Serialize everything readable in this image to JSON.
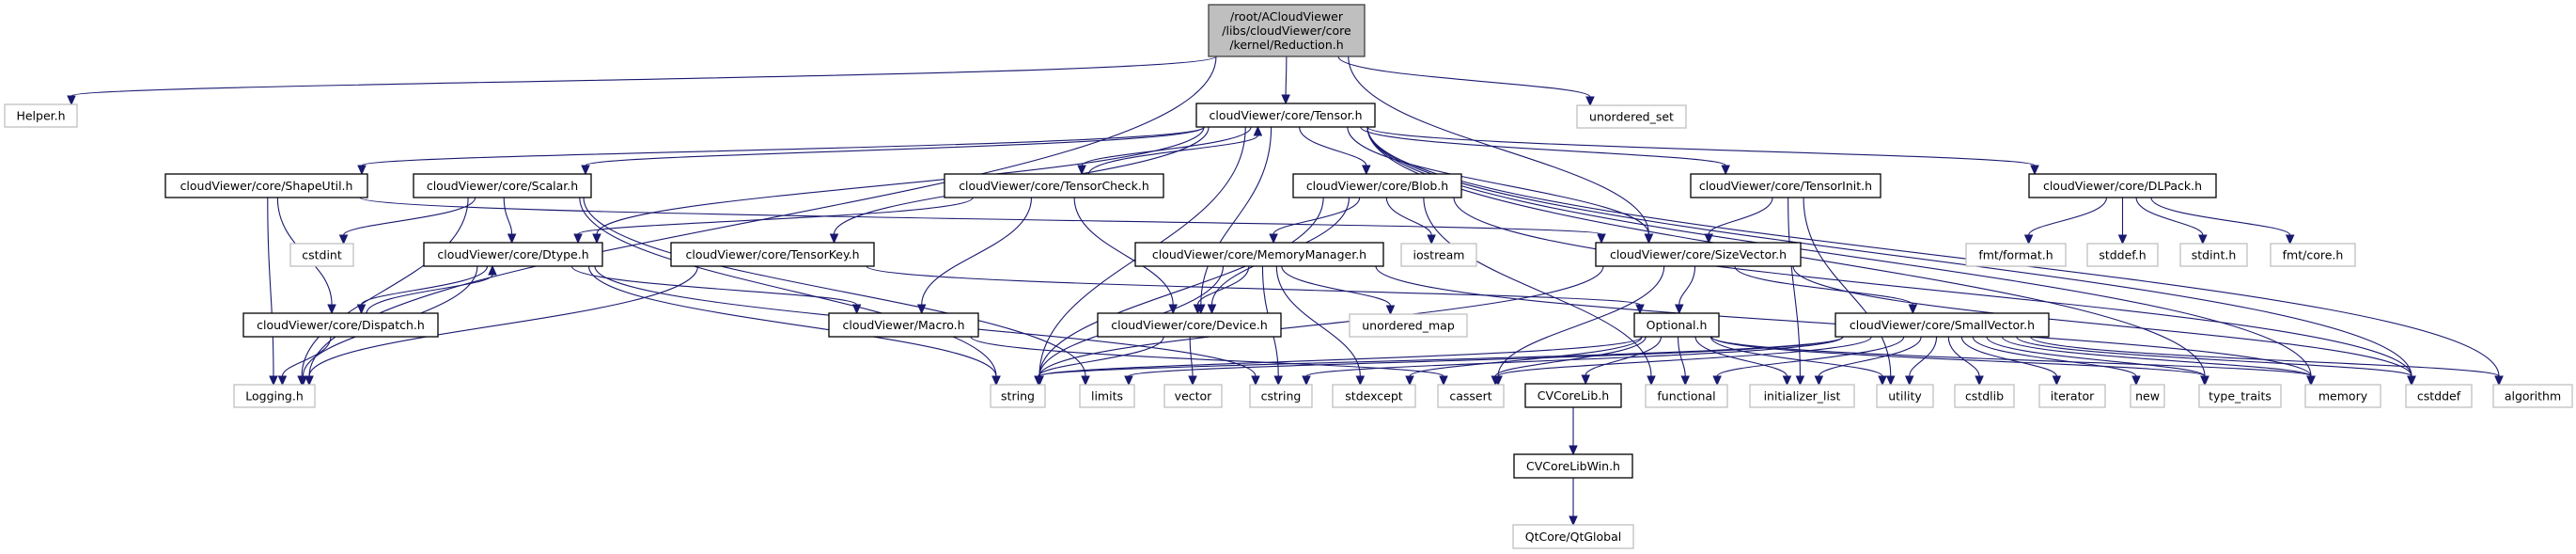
{
  "diagram": {
    "type": "include-dependency-graph",
    "title": "/root/ACloudViewer/libs/cloudViewer/core/kernel/Reduction.h",
    "colors": {
      "edge": "#191970",
      "root_fill": "#bfbfbf",
      "root_border": "#404040",
      "documented_border": "#000000",
      "external_border": "#bfbfbf",
      "node_fill": "#ffffff"
    },
    "nodes": [
      {
        "id": "reduction",
        "label": [
          "/root/ACloudViewer",
          "/libs/cloudViewer/core",
          "/kernel/Reduction.h"
        ],
        "kind": "root"
      },
      {
        "id": "helper",
        "label": [
          "Helper.h"
        ],
        "kind": "external"
      },
      {
        "id": "tensor",
        "label": [
          "cloudViewer/core/Tensor.h"
        ],
        "kind": "documented"
      },
      {
        "id": "unordered_set",
        "label": [
          "unordered_set"
        ],
        "kind": "external"
      },
      {
        "id": "shapeutil",
        "label": [
          "cloudViewer/core/ShapeUtil.h"
        ],
        "kind": "documented"
      },
      {
        "id": "scalar",
        "label": [
          "cloudViewer/core/Scalar.h"
        ],
        "kind": "documented"
      },
      {
        "id": "tensorcheck",
        "label": [
          "cloudViewer/core/TensorCheck.h"
        ],
        "kind": "documented"
      },
      {
        "id": "blob",
        "label": [
          "cloudViewer/core/Blob.h"
        ],
        "kind": "documented"
      },
      {
        "id": "tensorinit",
        "label": [
          "cloudViewer/core/TensorInit.h"
        ],
        "kind": "documented"
      },
      {
        "id": "dlpack",
        "label": [
          "cloudViewer/core/DLPack.h"
        ],
        "kind": "documented"
      },
      {
        "id": "cstdint",
        "label": [
          "cstdint"
        ],
        "kind": "external"
      },
      {
        "id": "dtype",
        "label": [
          "cloudViewer/core/Dtype.h"
        ],
        "kind": "documented"
      },
      {
        "id": "tensorkey",
        "label": [
          "cloudViewer/core/TensorKey.h"
        ],
        "kind": "documented"
      },
      {
        "id": "memorymanager",
        "label": [
          "cloudViewer/core/MemoryManager.h"
        ],
        "kind": "documented"
      },
      {
        "id": "iostream",
        "label": [
          "iostream"
        ],
        "kind": "external"
      },
      {
        "id": "sizevector",
        "label": [
          "cloudViewer/core/SizeVector.h"
        ],
        "kind": "documented"
      },
      {
        "id": "fmt_format",
        "label": [
          "fmt/format.h"
        ],
        "kind": "external"
      },
      {
        "id": "stddef",
        "label": [
          "stddef.h"
        ],
        "kind": "external"
      },
      {
        "id": "stdint",
        "label": [
          "stdint.h"
        ],
        "kind": "external"
      },
      {
        "id": "fmt_core",
        "label": [
          "fmt/core.h"
        ],
        "kind": "external"
      },
      {
        "id": "dispatch",
        "label": [
          "cloudViewer/core/Dispatch.h"
        ],
        "kind": "documented"
      },
      {
        "id": "macro",
        "label": [
          "cloudViewer/Macro.h"
        ],
        "kind": "documented"
      },
      {
        "id": "device",
        "label": [
          "cloudViewer/core/Device.h"
        ],
        "kind": "documented"
      },
      {
        "id": "unordered_map",
        "label": [
          "unordered_map"
        ],
        "kind": "external"
      },
      {
        "id": "optional",
        "label": [
          "Optional.h"
        ],
        "kind": "documented"
      },
      {
        "id": "smallvector",
        "label": [
          "cloudViewer/core/SmallVector.h"
        ],
        "kind": "documented"
      },
      {
        "id": "logging",
        "label": [
          "Logging.h"
        ],
        "kind": "external"
      },
      {
        "id": "string",
        "label": [
          "string"
        ],
        "kind": "external"
      },
      {
        "id": "limits",
        "label": [
          "limits"
        ],
        "kind": "external"
      },
      {
        "id": "vector",
        "label": [
          "vector"
        ],
        "kind": "external"
      },
      {
        "id": "cstring",
        "label": [
          "cstring"
        ],
        "kind": "external"
      },
      {
        "id": "stdexcept",
        "label": [
          "stdexcept"
        ],
        "kind": "external"
      },
      {
        "id": "cassert",
        "label": [
          "cassert"
        ],
        "kind": "external"
      },
      {
        "id": "cvcorelib",
        "label": [
          "CVCoreLib.h"
        ],
        "kind": "documented"
      },
      {
        "id": "functional",
        "label": [
          "functional"
        ],
        "kind": "external"
      },
      {
        "id": "initializer_list",
        "label": [
          "initializer_list"
        ],
        "kind": "external"
      },
      {
        "id": "utility",
        "label": [
          "utility"
        ],
        "kind": "external"
      },
      {
        "id": "cstdlib",
        "label": [
          "cstdlib"
        ],
        "kind": "external"
      },
      {
        "id": "iterator",
        "label": [
          "iterator"
        ],
        "kind": "external"
      },
      {
        "id": "new",
        "label": [
          "new"
        ],
        "kind": "external"
      },
      {
        "id": "type_traits",
        "label": [
          "type_traits"
        ],
        "kind": "external"
      },
      {
        "id": "memory",
        "label": [
          "memory"
        ],
        "kind": "external"
      },
      {
        "id": "cstddef",
        "label": [
          "cstddef"
        ],
        "kind": "external"
      },
      {
        "id": "algorithm",
        "label": [
          "algorithm"
        ],
        "kind": "external"
      },
      {
        "id": "cvcorelibwin",
        "label": [
          "CVCoreLibWin.h"
        ],
        "kind": "documented"
      },
      {
        "id": "qtglobal",
        "label": [
          "QtCore/QtGlobal"
        ],
        "kind": "external"
      }
    ],
    "edges": [
      [
        "reduction",
        "helper"
      ],
      [
        "reduction",
        "tensor"
      ],
      [
        "reduction",
        "unordered_set"
      ],
      [
        "reduction",
        "logging"
      ],
      [
        "reduction",
        "sizevector"
      ],
      [
        "tensor",
        "shapeutil"
      ],
      [
        "tensor",
        "scalar"
      ],
      [
        "tensor",
        "tensorcheck"
      ],
      [
        "tensor",
        "blob"
      ],
      [
        "tensor",
        "tensorinit"
      ],
      [
        "tensor",
        "dlpack"
      ],
      [
        "tensor",
        "dtype"
      ],
      [
        "tensor",
        "tensorkey"
      ],
      [
        "tensor",
        "sizevector"
      ],
      [
        "tensor",
        "device"
      ],
      [
        "tensor",
        "string"
      ],
      [
        "tensor",
        "type_traits"
      ],
      [
        "tensor",
        "memory"
      ],
      [
        "tensor",
        "cstddef"
      ],
      [
        "tensor",
        "algorithm"
      ],
      [
        "shapeutil",
        "logging"
      ],
      [
        "shapeutil",
        "dispatch"
      ],
      [
        "shapeutil",
        "sizevector"
      ],
      [
        "scalar",
        "cstdint"
      ],
      [
        "scalar",
        "dtype"
      ],
      [
        "scalar",
        "logging"
      ],
      [
        "scalar",
        "string"
      ],
      [
        "scalar",
        "limits"
      ],
      [
        "tensorcheck",
        "tensor"
      ],
      [
        "tensorcheck",
        "dtype"
      ],
      [
        "tensorcheck",
        "macro"
      ],
      [
        "tensorcheck",
        "device"
      ],
      [
        "blob",
        "memorymanager"
      ],
      [
        "blob",
        "iostream"
      ],
      [
        "blob",
        "device"
      ],
      [
        "blob",
        "string"
      ],
      [
        "blob",
        "functional"
      ],
      [
        "blob",
        "cstddef"
      ],
      [
        "tensorinit",
        "sizevector"
      ],
      [
        "tensorinit",
        "initializer_list"
      ],
      [
        "tensorinit",
        "utility"
      ],
      [
        "dlpack",
        "fmt_format"
      ],
      [
        "dlpack",
        "stddef"
      ],
      [
        "dlpack",
        "stdint"
      ],
      [
        "dlpack",
        "fmt_core"
      ],
      [
        "dtype",
        "dispatch"
      ],
      [
        "dtype",
        "logging"
      ],
      [
        "dtype",
        "macro"
      ],
      [
        "dtype",
        "string"
      ],
      [
        "dtype",
        "cstring"
      ],
      [
        "tensorkey",
        "logging"
      ],
      [
        "tensorkey",
        "optional"
      ],
      [
        "memorymanager",
        "device"
      ],
      [
        "memorymanager",
        "unordered_map"
      ],
      [
        "memorymanager",
        "string"
      ],
      [
        "memorymanager",
        "cstring"
      ],
      [
        "memorymanager",
        "stdexcept"
      ],
      [
        "memorymanager",
        "memory"
      ],
      [
        "sizevector",
        "optional"
      ],
      [
        "sizevector",
        "smallvector"
      ],
      [
        "sizevector",
        "string"
      ],
      [
        "sizevector",
        "cassert"
      ],
      [
        "sizevector",
        "cstddef"
      ],
      [
        "dispatch",
        "dtype"
      ],
      [
        "dispatch",
        "logging"
      ],
      [
        "macro",
        "cassert"
      ],
      [
        "device",
        "string"
      ],
      [
        "device",
        "vector"
      ],
      [
        "optional",
        "string"
      ],
      [
        "optional",
        "stdexcept"
      ],
      [
        "optional",
        "cassert"
      ],
      [
        "optional",
        "cvcorelib"
      ],
      [
        "optional",
        "functional"
      ],
      [
        "optional",
        "initializer_list"
      ],
      [
        "optional",
        "utility"
      ],
      [
        "optional",
        "type_traits"
      ],
      [
        "optional",
        "memory"
      ],
      [
        "smallvector",
        "string"
      ],
      [
        "smallvector",
        "limits"
      ],
      [
        "smallvector",
        "cstring"
      ],
      [
        "smallvector",
        "cassert"
      ],
      [
        "smallvector",
        "functional"
      ],
      [
        "smallvector",
        "initializer_list"
      ],
      [
        "smallvector",
        "utility"
      ],
      [
        "smallvector",
        "cstdlib"
      ],
      [
        "smallvector",
        "iterator"
      ],
      [
        "smallvector",
        "new"
      ],
      [
        "smallvector",
        "type_traits"
      ],
      [
        "smallvector",
        "memory"
      ],
      [
        "smallvector",
        "cstddef"
      ],
      [
        "smallvector",
        "algorithm"
      ],
      [
        "cvcorelib",
        "cvcorelibwin"
      ],
      [
        "cvcorelibwin",
        "qtglobal"
      ]
    ]
  }
}
